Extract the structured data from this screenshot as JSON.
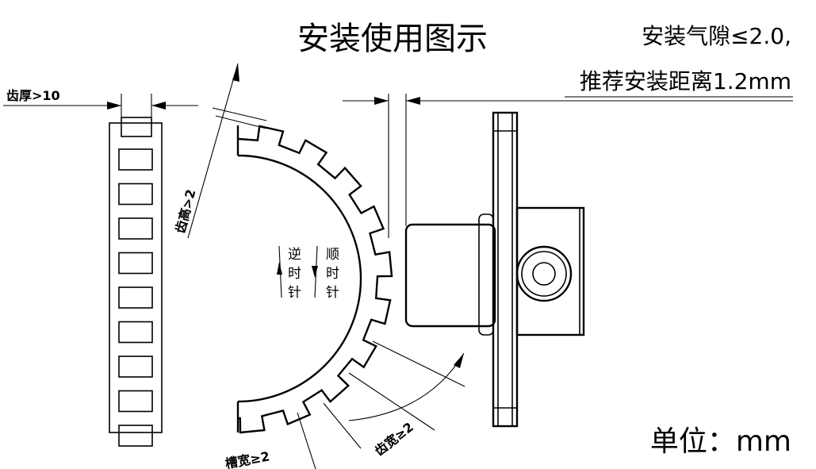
{
  "title": "安装使用图示",
  "gap_note": {
    "line1": "安装气隙≤2.0,",
    "line2": "推荐安装距离1.2mm"
  },
  "unit_label": "单位：mm",
  "dimensions": {
    "tooth_thickness": "齿厚>10",
    "tooth_height": "齿高>2",
    "slot_width": "槽宽≥2",
    "tooth_width": "齿宽≥2"
  },
  "rotation": {
    "ccw": [
      "逆",
      "时",
      "针"
    ],
    "cw": [
      "顺",
      "时",
      "针"
    ]
  },
  "rack": {
    "slot_count": 9
  },
  "wheel": {
    "tooth_count": 10
  }
}
